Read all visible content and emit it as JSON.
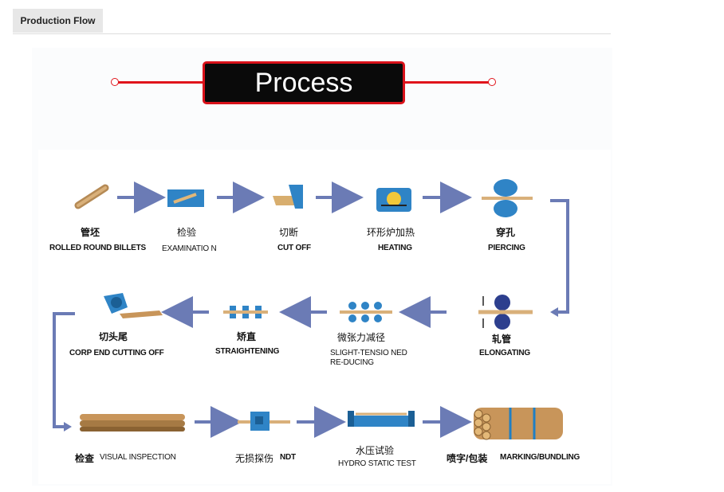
{
  "tabs": [
    {
      "label": "Production Flow"
    }
  ],
  "banner": {
    "title": "Process"
  },
  "steps": [
    {
      "cn": "管坯",
      "en": "ROLLED ROUND BILLETS",
      "icon": "billet-icon"
    },
    {
      "cn": "检验",
      "en": "EXAMINATIO N",
      "icon": "examination-icon"
    },
    {
      "cn": "切断",
      "en": "CUT OFF",
      "icon": "cut-off-icon"
    },
    {
      "cn": "环形炉加热",
      "en": "HEATING",
      "icon": "furnace-icon"
    },
    {
      "cn": "穿孔",
      "en": "PIERCING",
      "icon": "piercing-icon"
    },
    {
      "cn": "轧管",
      "en": "ELONGATING",
      "icon": "elongating-icon"
    },
    {
      "cn": "微张力减径",
      "en": "SLIGHT-TENSIO NED",
      "en2": "RE-DUCING",
      "icon": "reducing-icon"
    },
    {
      "cn": "矫直",
      "en": "STRAIGHTENING",
      "icon": "straightening-icon"
    },
    {
      "cn": "切头尾",
      "en": "CORP END CUTTING OFF",
      "icon": "end-cutting-icon"
    },
    {
      "cn": "检查",
      "en": "VISUAL INSPECTION",
      "icon": "pipe-stack-icon"
    },
    {
      "cn": "无损探伤",
      "en": "NDT",
      "icon": "ndt-icon"
    },
    {
      "cn": "水压试验",
      "en": "HYDRO STATIC TEST",
      "icon": "hydro-test-icon"
    },
    {
      "cn": "喷字/包装",
      "en": "MARKING/BUNDLING",
      "icon": "bundle-icon"
    }
  ],
  "colors": {
    "arrow": "#6b7bb5",
    "banner_border": "#d9121a",
    "banner_bg": "#0a0a0a",
    "accent_blue": "#1f7fc4"
  }
}
